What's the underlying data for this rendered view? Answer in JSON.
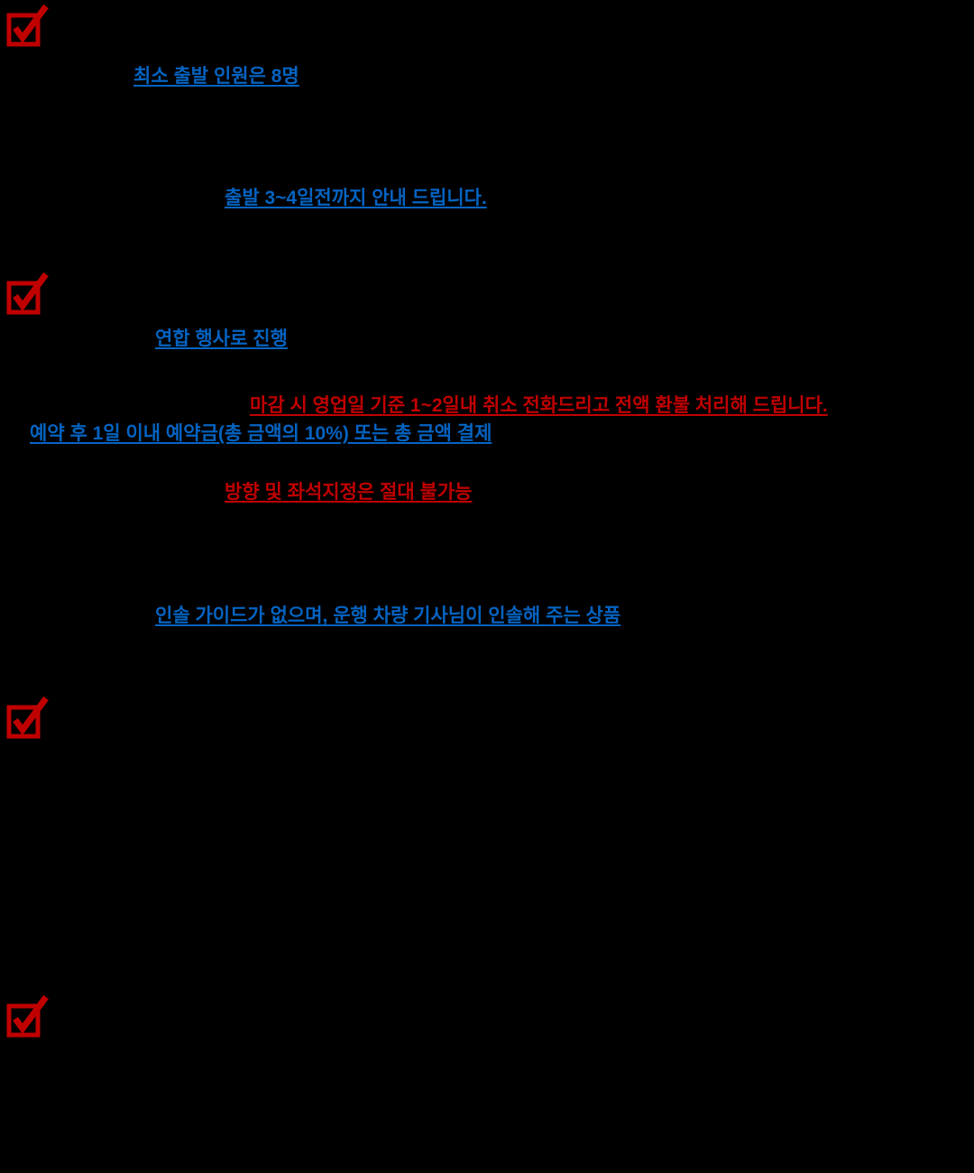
{
  "colors": {
    "background": "#000000",
    "blue": "#0563C1",
    "red": "#C00000",
    "check": "#C00000"
  },
  "notices": {
    "min_people": "최소 출발 인원은 8명",
    "departure_guide": "출발 3~4일전까지 안내 드립니다.",
    "joint_event": "연합 행사로 진행",
    "refund_policy": "마감 시 영업일 기준 1~2일내 취소 전화드리고 전액 환불 처리해 드립니다.",
    "deposit_rule": "예약 후 1일 이내 예약금(총 금액의 10%) 또는 총 금액 결제",
    "no_seat_assignment": "방향 및 좌석지정은 절대 불가능",
    "no_tour_guide": "인솔 가이드가 없으며, 운행 차량 기사님이 인솔해 주는 상품"
  }
}
